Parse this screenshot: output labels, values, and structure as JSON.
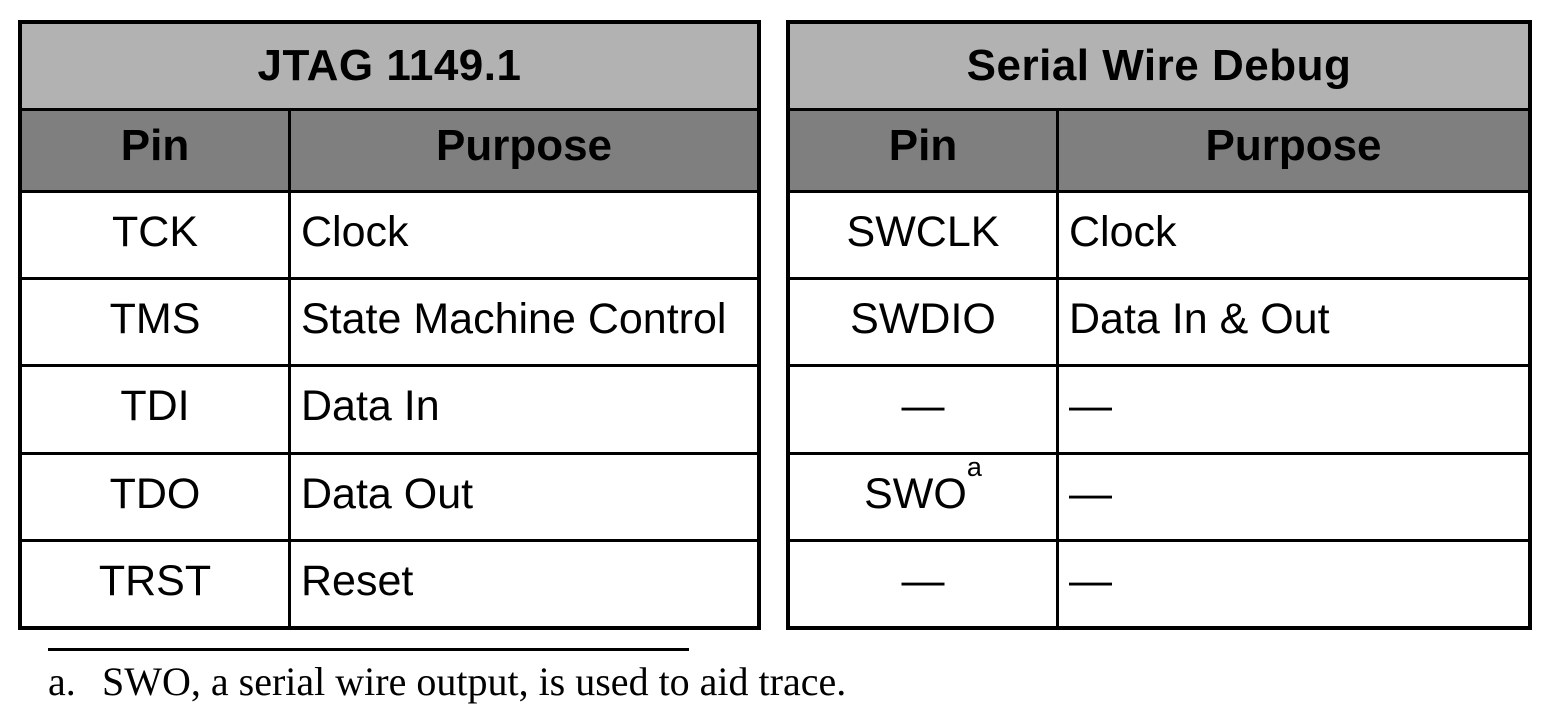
{
  "colors": {
    "title_bg": "#b2b2b2",
    "header_bg": "#7f7f7f",
    "border": "#000000"
  },
  "tables": [
    {
      "title": "JTAG 1149.1",
      "columns": [
        "Pin",
        "Purpose"
      ],
      "rows": [
        {
          "pin": "TCK",
          "purpose": "Clock"
        },
        {
          "pin": "TMS",
          "purpose": "State Machine Control"
        },
        {
          "pin": "TDI",
          "purpose": "Data In"
        },
        {
          "pin": "TDO",
          "purpose": "Data Out"
        },
        {
          "pin": "TRST",
          "purpose": "Reset"
        }
      ]
    },
    {
      "title": "Serial Wire Debug",
      "columns": [
        "Pin",
        "Purpose"
      ],
      "rows": [
        {
          "pin": "SWCLK",
          "purpose": "Clock"
        },
        {
          "pin": "SWDIO",
          "purpose": "Data In & Out"
        },
        {
          "pin": "—",
          "purpose": "—"
        },
        {
          "pin": "SWO",
          "pin_sup": "a",
          "purpose": "—"
        },
        {
          "pin": "—",
          "purpose": "—"
        }
      ]
    }
  ],
  "footnote": {
    "marker": "a.",
    "text": "SWO, a serial wire output, is used to aid trace."
  }
}
